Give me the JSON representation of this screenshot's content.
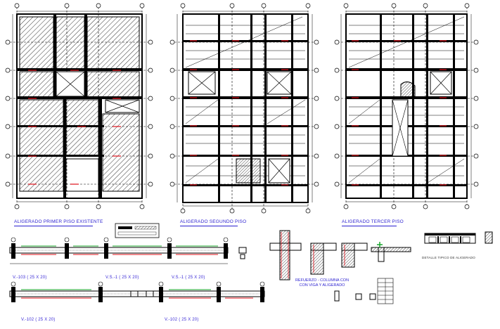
{
  "titles": {
    "plan1": "ALIGERADO PRIMER PISO EXISTENTE",
    "plan2": "ALIGERADO SEGUNDO PISO",
    "plan3": "ALIGERADO TERCER PISO"
  },
  "beams": {
    "v103": "V.-103 ( 25 X 20)",
    "v1": "V.S.-1 ( 25 X 20)",
    "v2": "V.S.-1 ( 25 X 20)",
    "v3": "V.-102 ( 25 X 20)",
    "v4": "V.-102 ( 25 X 20)"
  },
  "notes": {
    "reinforcement_line1": "REFUERZO - COLUMNA CON",
    "reinforcement_line2": "CON VIGA Y ALIGERADO",
    "detail_label": "DETALLE TIPICO DE ALIGERADO"
  },
  "colors": {
    "line": "#000000",
    "accent_blue": "#2a1fd0",
    "accent_red": "#e0101a",
    "accent_green": "#17a62a",
    "accent_magenta": "#c61cc0"
  }
}
